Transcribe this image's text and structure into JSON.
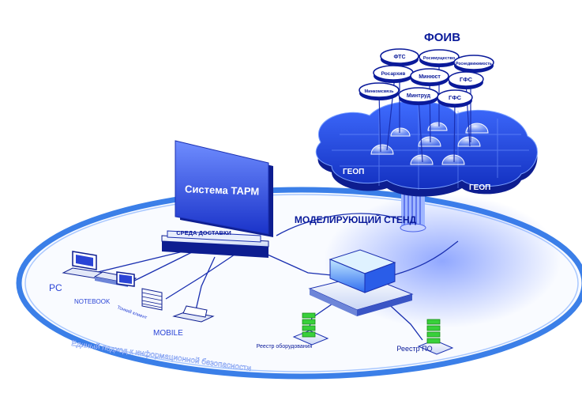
{
  "foiv": {
    "title": "ФОИВ",
    "agencies": [
      "ФТС",
      "Росимущество",
      "Роснедвижимость",
      "Росархив",
      "Минюст",
      "ГФС",
      "Минкомсвязь",
      "Минтруд",
      "ГФС"
    ]
  },
  "cloud": {
    "label_left": "ГЕОП",
    "label_right": "ГЕОП"
  },
  "tarm": {
    "title": "Система ТАРМ",
    "delivery": "СРЕДА ДОСТАВКИ"
  },
  "stand": {
    "title": "МОДЕЛИРУЮЩИЙ СТЕНД"
  },
  "devices": {
    "pc": "PC",
    "notebook": "NOTEBOOK",
    "thin_client": "Тонкий клиент",
    "mobile": "MOBILE"
  },
  "registries": {
    "equipment": "Реестр оборудования",
    "software": "Реестр ПО"
  },
  "ring": {
    "caption": "Единый подход к информационной безопасности"
  },
  "colors": {
    "primary": "#1f3fd6",
    "dark": "#0a1a9a",
    "cloud": "#1e46e0",
    "green": "#38d03a",
    "ring": "#3b7fe8"
  }
}
